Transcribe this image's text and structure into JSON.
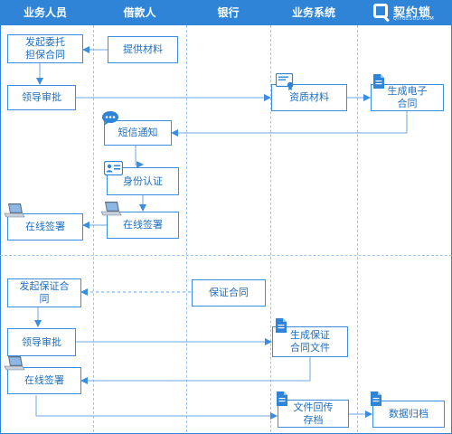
{
  "header": {
    "lanes": [
      {
        "id": "salesperson",
        "label": "业务人员"
      },
      {
        "id": "borrower",
        "label": "借款人"
      },
      {
        "id": "bank",
        "label": "银行"
      },
      {
        "id": "system",
        "label": "业务系统"
      }
    ],
    "logo": {
      "name": "契约锁",
      "sub": "QIYUESUO.COM"
    }
  },
  "nodes": {
    "initiate_guarantee_entrust": "发起委托\n担保合同",
    "provide_materials": "提供材料",
    "leader_approve_1": "领导审批",
    "qualification_materials": "资质材料",
    "generate_e_contract": "生成电子\n合同",
    "sms_notify": "短信通知",
    "identity_auth": "身份认证",
    "borrower_online_sign": "在线签署",
    "sales_online_sign_1": "在线签署",
    "initiate_guarantee_contract": "发起保证合\n同",
    "guarantee_contract": "保证合同",
    "leader_approve_2": "领导审批",
    "generate_guarantee_file": "生成保证\n合同文件",
    "sales_online_sign_2": "在线签署",
    "file_return_archive": "文件回传\n存档",
    "data_archive": "数据归档"
  },
  "icons": {
    "sms": "chat-bubble-icon",
    "id": "id-card-icon",
    "laptop": "laptop-icon",
    "document": "document-icon",
    "certificate": "certificate-icon"
  },
  "colors": {
    "header": "#2f84d8",
    "node_border": "#3a8de0",
    "node_text": "#1f6fbf",
    "lane_line": "#9cc4ee"
  }
}
